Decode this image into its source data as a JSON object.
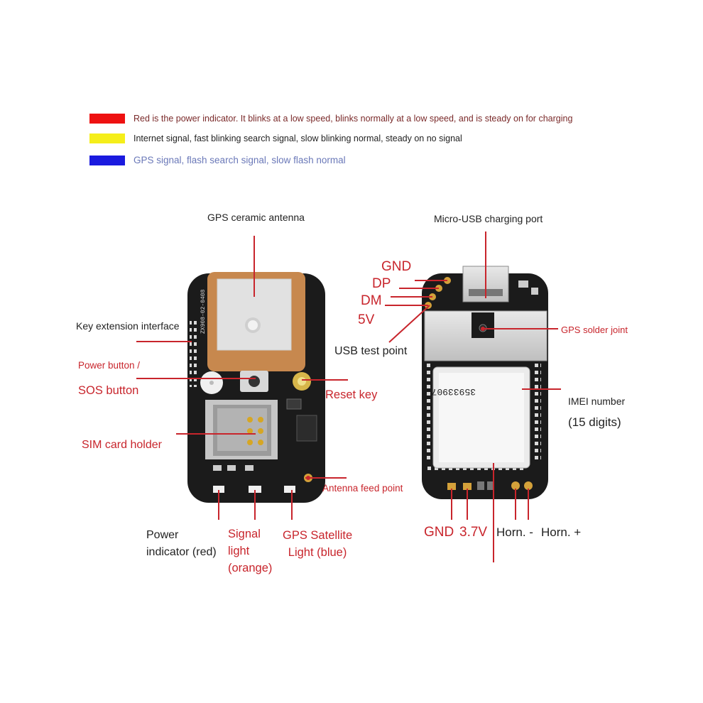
{
  "colors": {
    "power": "#ee1111",
    "internet": "#f5ee1a",
    "gps": "#1a1adf",
    "label_red": "#c8252c",
    "pcb": "#1b1b1b"
  },
  "legend": [
    {
      "name": "power",
      "text": "Red is the power indicator. It blinks at a low speed, blinks normally at a low speed, and is steady on for charging"
    },
    {
      "name": "internet",
      "text": "Internet signal, fast blinking search signal, slow blinking normal, steady on no signal"
    },
    {
      "name": "gps",
      "text": "GPS signal, flash search signal, slow flash normal"
    }
  ],
  "front": {
    "gps_antenna": "GPS ceramic antenna",
    "key_extension": "Key extension interface",
    "power_button_1": "Power button /",
    "power_button_2": "SOS button",
    "reset_key": "Reset key",
    "sim_holder": "SIM card holder",
    "antenna_feed": "Antenna feed point",
    "power_ind_1": "Power",
    "power_ind_2": "indicator (red)",
    "signal_1": "Signal",
    "signal_2": "light",
    "signal_3": "(orange)",
    "gps_light_1": "GPS Satellite",
    "gps_light_2": "Light (blue)",
    "silk_text": "ZX908-02-0408"
  },
  "back": {
    "micro_usb": "Micro-USB charging port",
    "gnd": "GND",
    "dp": "DP",
    "dm": "DM",
    "v5": "5V",
    "usb_test": "USB test point",
    "gps_solder": "GPS solder joint",
    "imei_1": "IMEI number",
    "imei_2": "(15 digits)",
    "imei_value": "35933907",
    "bottom_gnd": "GND",
    "bottom_v": "3.7V",
    "horn_minus": "Horn. -",
    "horn_plus": "Horn. +"
  }
}
